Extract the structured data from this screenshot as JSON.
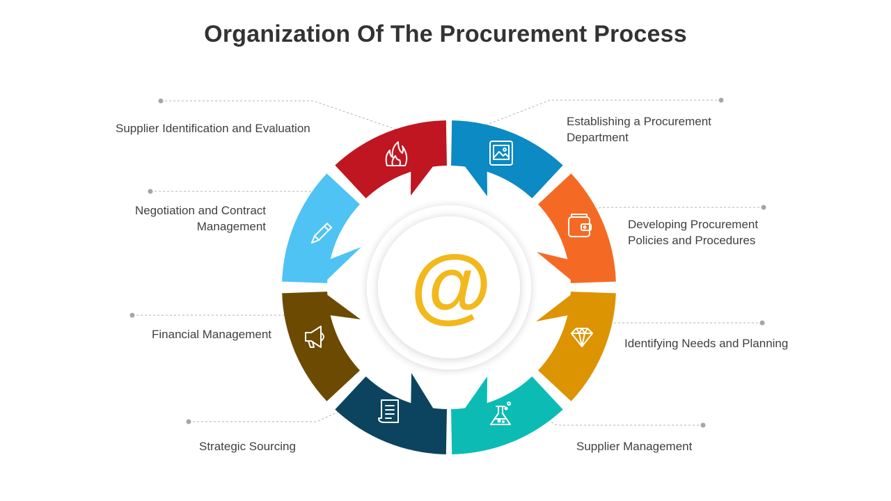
{
  "title": "Organization Of The Procurement Process",
  "center_symbol": "@",
  "colors": {
    "background": "#ffffff",
    "title": "#333333",
    "center": "#f2b81c",
    "connector": "#b0b0b0"
  },
  "segments": [
    {
      "id": "establishing-dept",
      "lines": [
        "Establishing a Procurement",
        "Department"
      ],
      "color": "#0b8ac3",
      "icon": "image-icon"
    },
    {
      "id": "developing-policies",
      "lines": [
        "Developing Procurement",
        "Policies and Procedures"
      ],
      "color": "#f46a25",
      "icon": "wallet-icon"
    },
    {
      "id": "identifying-needs",
      "lines": [
        "Identifying Needs and Planning"
      ],
      "color": "#dd9402",
      "icon": "diamond-icon"
    },
    {
      "id": "supplier-management",
      "lines": [
        "Supplier Management"
      ],
      "color": "#0cbcb4",
      "icon": "flask-icon"
    },
    {
      "id": "strategic-sourcing",
      "lines": [
        "Strategic Sourcing"
      ],
      "color": "#0c445f",
      "icon": "document-icon"
    },
    {
      "id": "financial-management",
      "lines": [
        "Financial Management"
      ],
      "color": "#6d4a02",
      "icon": "megaphone-icon"
    },
    {
      "id": "negotiation-contract",
      "lines": [
        "Negotiation and Contract",
        "Management"
      ],
      "color": "#4fc3f4",
      "icon": "pencil-icon"
    },
    {
      "id": "supplier-identification",
      "lines": [
        "Supplier Identification and Evaluation"
      ],
      "color": "#bf1621",
      "icon": "fire-icon"
    }
  ]
}
